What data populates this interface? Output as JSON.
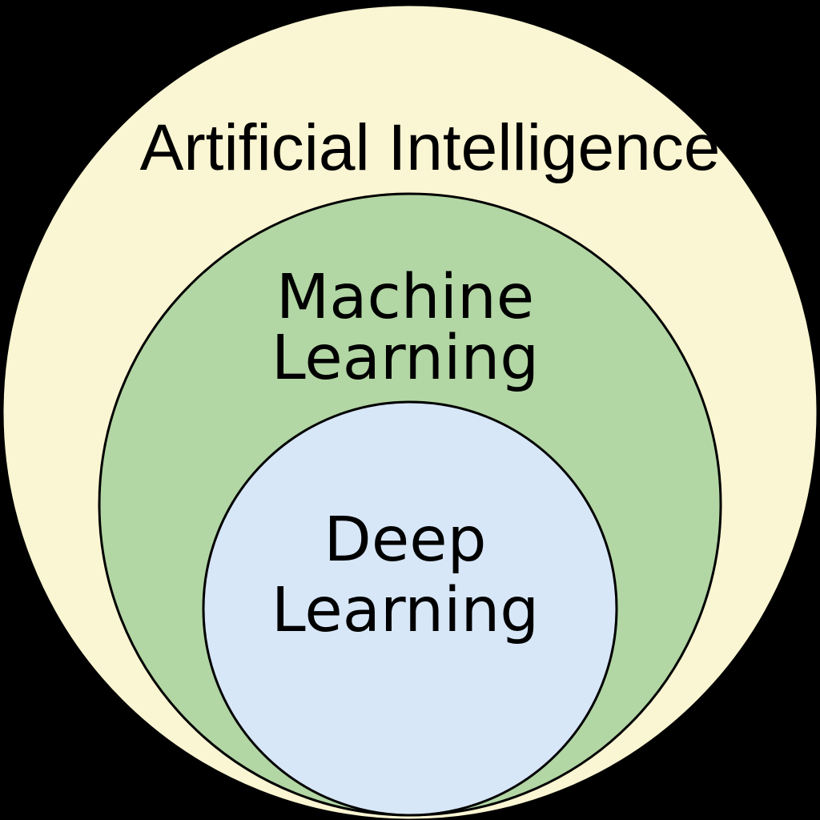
{
  "diagram": {
    "type": "nested-euler",
    "background_color": "#000000",
    "stroke_color": "#000000",
    "sets": [
      {
        "label": "Artificial Intelligence",
        "fill": "#FAF5D2"
      },
      {
        "label": "Machine Learning",
        "line1": "Machine",
        "line2": "Learning",
        "fill": "#B2D6A4"
      },
      {
        "label": "Deep Learning",
        "line1": "Deep",
        "line2": "Learning",
        "fill": "#D7E7F8"
      }
    ]
  }
}
